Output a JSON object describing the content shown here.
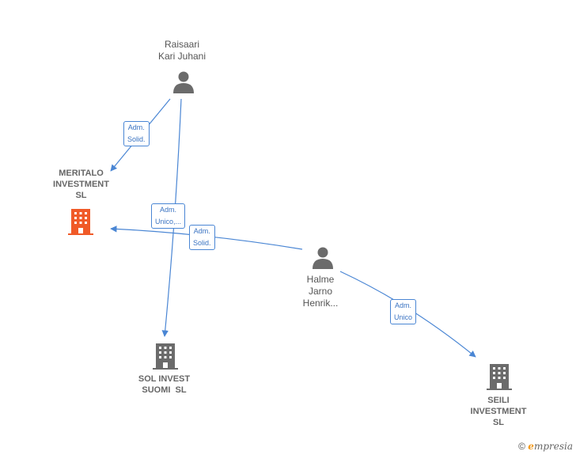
{
  "nodes": {
    "raisaari": {
      "name_line1": "Raisaari",
      "name_line2": "Kari Juhani"
    },
    "halme": {
      "name_line1": "Halme",
      "name_line2": "Jarno",
      "name_line3": "Henrik..."
    },
    "meritalo": {
      "name_line1": "MERITALO",
      "name_line2": "INVESTMENT",
      "name_line3": "SL",
      "color": "#f05a28"
    },
    "sol_invest": {
      "name_line1": "SOL INVEST",
      "name_line2": "SUOMI  SL",
      "color": "#6b6b6b"
    },
    "seili": {
      "name_line1": "SEILI",
      "name_line2": "INVESTMENT",
      "name_line3": "SL",
      "color": "#6b6b6b"
    }
  },
  "edges": {
    "raisaari_meritalo": {
      "line1": "Adm.",
      "line2": "Solid."
    },
    "raisaari_sol": {
      "line1": "Adm.",
      "line2": "Unico,..."
    },
    "halme_meritalo": {
      "line1": "Adm.",
      "line2": "Solid."
    },
    "halme_seili": {
      "line1": "Adm.",
      "line2": "Unico"
    }
  },
  "colors": {
    "edge": "#4a86d4",
    "person": "#6b6b6b"
  },
  "footer": {
    "copyright": "©",
    "brand_initial": "e",
    "brand_rest": "mpresia"
  }
}
